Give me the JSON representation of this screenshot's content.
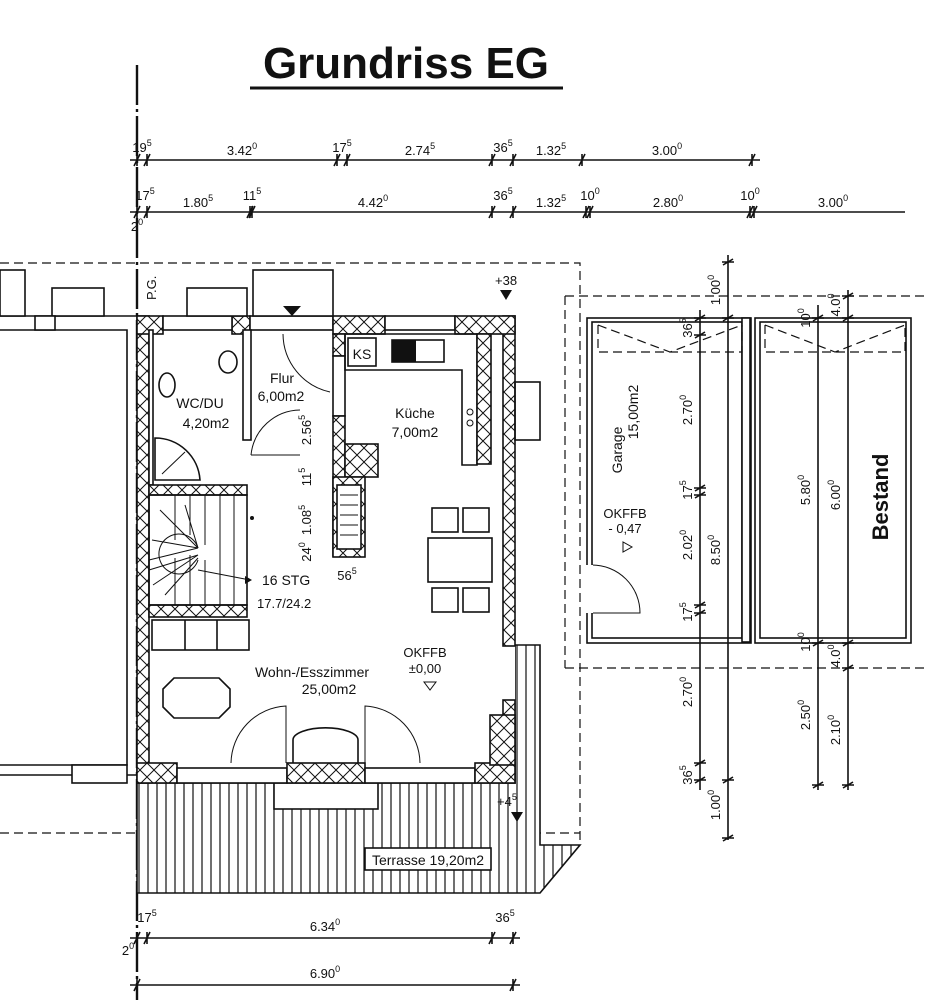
{
  "title": "Grundriss EG",
  "labels": {
    "property_line": "P.G.",
    "level_top": "+38",
    "level_terrace_main": "+4",
    "level_terrace_sup": "5",
    "fridge": "KS",
    "stairs_count": "16 STG",
    "stairs_ratio": "17.7/24.2",
    "okffb_living": "OKFFB",
    "okffb_living_value": "±0,00",
    "okffb_garage": "OKFFB",
    "okffb_garage_value": "- 0,47",
    "existing": "Bestand"
  },
  "rooms": {
    "wc": {
      "name": "WC/DU",
      "area": "4,20m2"
    },
    "flur": {
      "name": "Flur",
      "area": "6,00m2"
    },
    "kueche": {
      "name": "Küche",
      "area": "7,00m2"
    },
    "wohnen": {
      "name": "Wohn-/Esszimmer",
      "area": "25,00m2"
    },
    "garage": {
      "name": "Garage",
      "area": "15,00m2"
    },
    "terrasse": {
      "name": "Terrasse 19,20m2"
    }
  },
  "dimensions": {
    "top_row1": [
      {
        "v": "19",
        "s": "5"
      },
      {
        "v": "3.42",
        "s": "0"
      },
      {
        "v": "17",
        "s": "5"
      },
      {
        "v": "2.74",
        "s": "5"
      },
      {
        "v": "36",
        "s": "5"
      },
      {
        "v": "1.32",
        "s": "5"
      },
      {
        "v": "3.00",
        "s": "0"
      }
    ],
    "top_row2": [
      {
        "v": "17",
        "s": "5"
      },
      {
        "v": "1.80",
        "s": "5"
      },
      {
        "v": "11",
        "s": "5"
      },
      {
        "v": "4.42",
        "s": "0"
      },
      {
        "v": "36",
        "s": "5"
      },
      {
        "v": "1.32",
        "s": "5"
      },
      {
        "v": "10",
        "s": "0"
      },
      {
        "v": "2.80",
        "s": "0"
      },
      {
        "v": "10",
        "s": "0"
      },
      {
        "v": "3.00",
        "s": "0"
      },
      {
        "v": "2",
        "s": "0"
      }
    ],
    "flur": [
      {
        "v": "2.56",
        "s": "5"
      },
      {
        "v": "11",
        "s": "5"
      },
      {
        "v": "1.08",
        "s": "5"
      },
      {
        "v": "24",
        "s": "0"
      },
      {
        "v": "56",
        "s": "5"
      }
    ],
    "garage_a": [
      {
        "v": "36",
        "s": "5"
      },
      {
        "v": "2.70",
        "s": "0"
      },
      {
        "v": "17",
        "s": "5"
      },
      {
        "v": "2.02",
        "s": "0"
      },
      {
        "v": "17",
        "s": "5"
      },
      {
        "v": "2.70",
        "s": "0"
      },
      {
        "v": "36",
        "s": "5"
      }
    ],
    "garage_b": [
      {
        "v": "1.00",
        "s": "0"
      },
      {
        "v": "8.50",
        "s": "0"
      },
      {
        "v": "1.00",
        "s": "0"
      }
    ],
    "bestand_a": [
      {
        "v": "10",
        "s": "0"
      },
      {
        "v": "5.80",
        "s": "0"
      },
      {
        "v": "10",
        "s": "0"
      },
      {
        "v": "2.50",
        "s": "0"
      }
    ],
    "bestand_b": [
      {
        "v": "4.0",
        "s": "0"
      },
      {
        "v": "6.00",
        "s": "0"
      },
      {
        "v": "4.0",
        "s": "0"
      },
      {
        "v": "2.10",
        "s": "0"
      }
    ],
    "bottom_row1": [
      {
        "v": "17",
        "s": "5"
      },
      {
        "v": "6.34",
        "s": "0"
      },
      {
        "v": "36",
        "s": "5"
      },
      {
        "v": "2",
        "s": "0"
      }
    ],
    "bottom_row2": [
      {
        "v": "6.90",
        "s": "0"
      }
    ]
  }
}
